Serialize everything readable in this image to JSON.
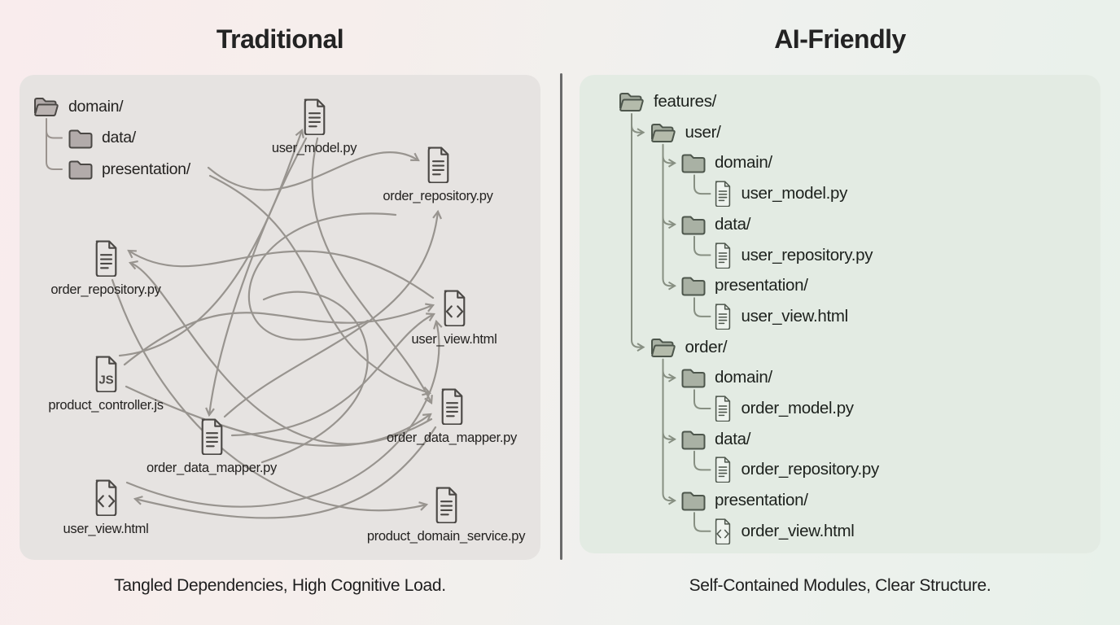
{
  "left": {
    "title": "Traditional",
    "caption": "Tangled Dependencies, High Cognitive Load.",
    "tree": [
      {
        "label": "domain/",
        "icon": "folder-open-icon",
        "level": 0
      },
      {
        "label": "data/",
        "icon": "folder-icon",
        "level": 1
      },
      {
        "label": "presentation/",
        "icon": "folder-icon",
        "level": 1
      }
    ],
    "nodes": [
      {
        "id": "user_model",
        "label": "user_model.py",
        "icon": "doc-file-icon"
      },
      {
        "id": "order_repository_top",
        "label": "order_repository.py",
        "icon": "doc-file-icon"
      },
      {
        "id": "order_repository_left",
        "label": "order_repository.py",
        "icon": "doc-file-icon"
      },
      {
        "id": "user_view_right",
        "label": "user_view.html",
        "icon": "code-file-icon"
      },
      {
        "id": "product_controller",
        "label": "product_controller.js",
        "icon": "js-file-icon"
      },
      {
        "id": "order_data_mapper_mid",
        "label": "order_data_mapper.py",
        "icon": "doc-file-icon"
      },
      {
        "id": "order_data_mapper_right",
        "label": "order_data_mapper.py",
        "icon": "doc-file-icon"
      },
      {
        "id": "user_view_bottom",
        "label": "user_view.html",
        "icon": "code-file-icon"
      },
      {
        "id": "product_domain_service",
        "label": "product_domain_service.py",
        "icon": "doc-file-icon"
      }
    ],
    "edges": [
      {
        "from": "presentation_folder",
        "to": "order_repository_top"
      },
      {
        "from": "presentation_folder",
        "to": "order_data_mapper_right"
      },
      {
        "from": "product_controller",
        "to": "user_view_right"
      },
      {
        "from": "order_data_mapper_mid",
        "to": "order_repository_top"
      },
      {
        "from": "user_model",
        "to": "order_data_mapper_right"
      },
      {
        "from": "order_data_mapper_mid",
        "to": "user_view_right"
      },
      {
        "from": "user_view_right",
        "to": "order_repository_left"
      },
      {
        "from": "order_data_mapper_right",
        "to": "order_repository_left"
      },
      {
        "from": "user_model",
        "to": "order_data_mapper_mid"
      },
      {
        "from": "order_data_mapper_right",
        "to": "user_view_bottom"
      },
      {
        "from": "order_repository_left",
        "to": "product_domain_service"
      },
      {
        "from": "product_controller",
        "to": "order_data_mapper_right"
      },
      {
        "from": "product_controller",
        "to": "user_model"
      },
      {
        "from": "user_view_bottom",
        "to": "user_view_right"
      },
      {
        "from": "tangle",
        "to": "tangle",
        "decorative": true
      },
      {
        "from": "tangle",
        "to": "tangle",
        "decorative": true
      }
    ]
  },
  "right": {
    "title": "AI-Friendly",
    "caption": "Self-Contained Modules, Clear Structure.",
    "tree": [
      {
        "label": "features/",
        "icon": "folder-open-icon",
        "level": 0
      },
      {
        "label": "user/",
        "icon": "folder-open-icon",
        "level": 1
      },
      {
        "label": "domain/",
        "icon": "folder-icon",
        "level": 2
      },
      {
        "label": "user_model.py",
        "icon": "doc-file-icon",
        "level": 3
      },
      {
        "label": "data/",
        "icon": "folder-icon",
        "level": 2
      },
      {
        "label": "user_repository.py",
        "icon": "doc-file-icon",
        "level": 3
      },
      {
        "label": "presentation/",
        "icon": "folder-icon",
        "level": 2
      },
      {
        "label": "user_view.html",
        "icon": "doc-file-icon",
        "level": 3
      },
      {
        "label": "order/",
        "icon": "folder-open-icon",
        "level": 1
      },
      {
        "label": "domain/",
        "icon": "folder-icon",
        "level": 2
      },
      {
        "label": "order_model.py",
        "icon": "doc-file-icon",
        "level": 3
      },
      {
        "label": "data/",
        "icon": "folder-icon",
        "level": 2
      },
      {
        "label": "order_repository.py",
        "icon": "doc-file-icon",
        "level": 3
      },
      {
        "label": "presentation/",
        "icon": "folder-icon",
        "level": 2
      },
      {
        "label": "order_view.html",
        "icon": "code-file-icon",
        "level": 3
      }
    ]
  },
  "colors": {
    "page_bg_left": "#f9eced",
    "page_bg_right": "#e8f1ea",
    "left_panel_bg": "#e6e3e1",
    "right_panel_bg": "#e3ebe3",
    "arrow": "#98948f",
    "tree_line_left": "#9a938e",
    "tree_line_right": "#878f82",
    "divider": "#6a6a6a",
    "text": "#232323",
    "icon_stroke_left": "#4b4845",
    "icon_stroke_right": "#4d564c",
    "folder_fill_left": "#b2abaa",
    "folder_fill_right": "#a9b1a4",
    "open_folder_front_left": "#bab3b1",
    "open_folder_front_right": "#b4bbab"
  }
}
